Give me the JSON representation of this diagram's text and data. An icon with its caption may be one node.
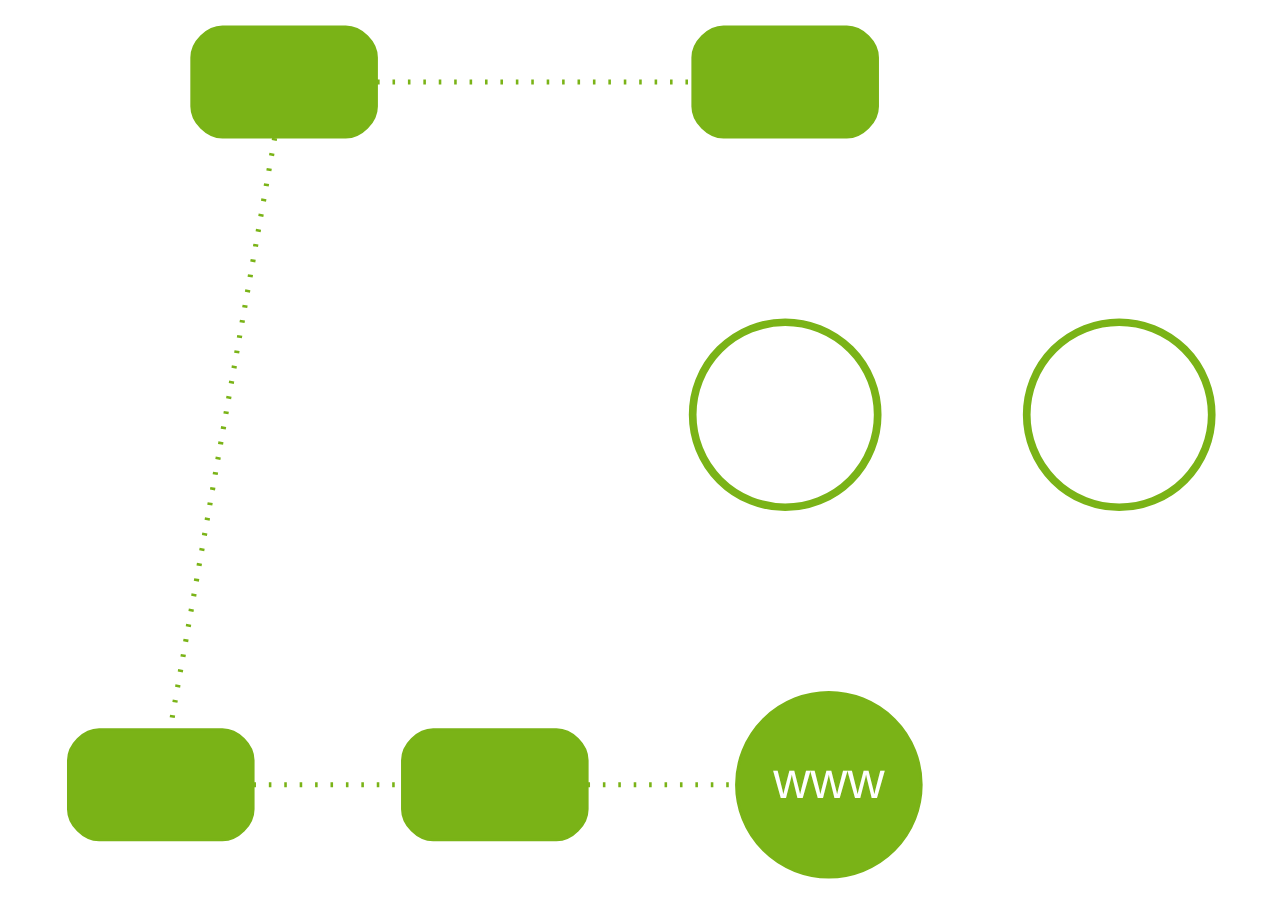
{
  "diagram": {
    "nodes": [
      {
        "text": [],
        "shape": "box"
      },
      {
        "text": [],
        "shape": "box"
      },
      {
        "text": [],
        "shape": "circle"
      },
      {
        "text": [],
        "shape": "circle"
      },
      {
        "text": [],
        "shape": "box"
      },
      {
        "text": [],
        "shape": "box"
      },
      {
        "text": [
          "www"
        ]
      }
    ],
    "edges": [
      {
        "from": 0,
        "to": 1,
        "arrow": "none",
        "style": "dashed"
      },
      {
        "from": 0,
        "to": 4,
        "arrow": "none",
        "style": "dashed"
      },
      {
        "from": 4,
        "to": 5,
        "arrow": "none",
        "style": "dashed"
      },
      {
        "from": 5,
        "to": 6,
        "arrow": "none",
        "style": "dashed"
      }
    ]
  }
}
